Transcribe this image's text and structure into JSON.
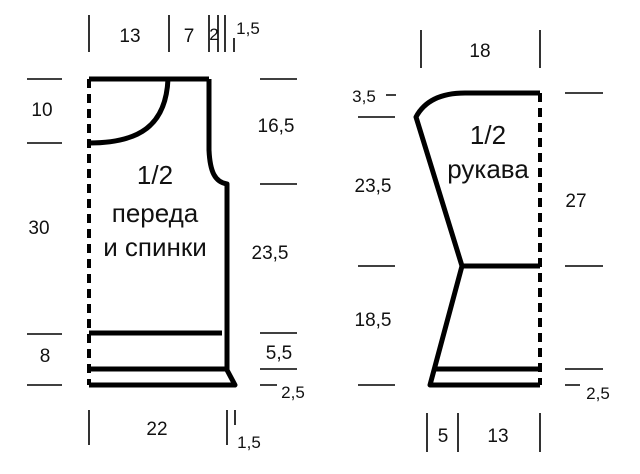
{
  "front_back": {
    "title_fraction": "1/2",
    "title_line1": "переда",
    "title_line2": "и спинки",
    "top_widths": [
      "13",
      "7",
      "2",
      "1,5"
    ],
    "left_heights": [
      "10",
      "30",
      "8"
    ],
    "right_heights": [
      "16,5",
      "23,5",
      "5,5",
      "2,5"
    ],
    "bottom_widths": [
      "22",
      "1,5"
    ]
  },
  "sleeve": {
    "title_fraction": "1/2",
    "title_line1": "рукава",
    "top_width": "18",
    "left_heights": [
      "3,5",
      "23,5",
      "18,5"
    ],
    "right_heights": [
      "27",
      "2,5"
    ],
    "bottom_widths": [
      "5",
      "13"
    ]
  }
}
